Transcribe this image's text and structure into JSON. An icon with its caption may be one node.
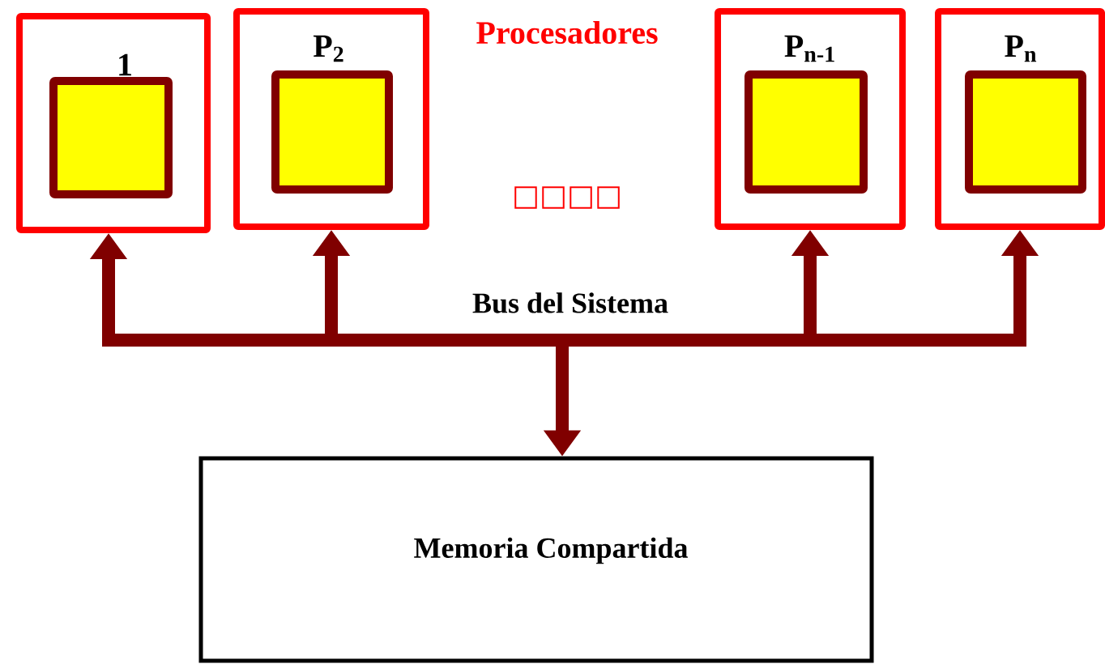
{
  "diagram": {
    "nodes": [
      {
        "text": [
          "1"
        ]
      },
      {
        "text": [],
        "shape": "box",
        "in": 0
      },
      {
        "text": [
          "P$_{2}$"
        ]
      },
      {
        "text": [],
        "shape": "box",
        "in": 2
      },
      {
        "text": [
          "P$_{n-1}$"
        ]
      },
      {
        "text": [],
        "shape": "box",
        "in": 4
      },
      {
        "text": [
          "P$_{n}$"
        ]
      },
      {
        "text": [],
        "shape": "box",
        "in": 6
      },
      {
        "text": [
          "Memoria Compartida"
        ]
      }
    ],
    "edges": [
      {
        "from": 8,
        "to": 0,
        "arrow": "both"
      },
      {
        "from": 8,
        "to": 2,
        "arrow": "both"
      },
      {
        "from": 8,
        "to": 4,
        "arrow": "both"
      },
      {
        "from": 8,
        "to": 6,
        "arrow": "both"
      }
    ],
    "labels": [
      "Procesadores",
      "□□□□",
      "Bus del Sistema"
    ]
  }
}
